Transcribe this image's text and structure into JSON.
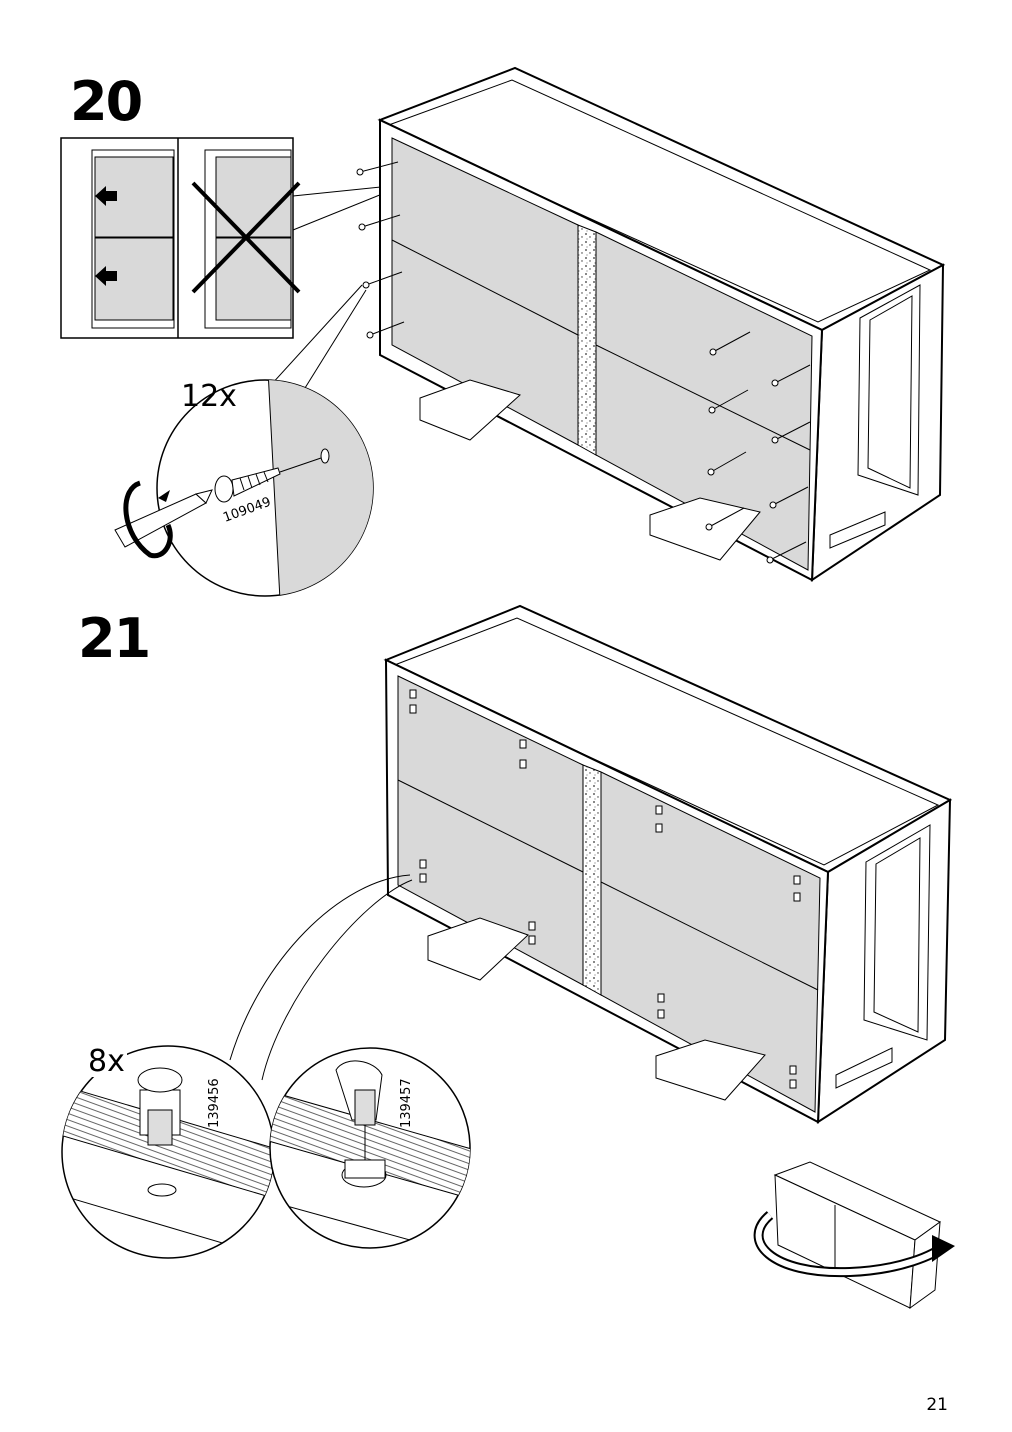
{
  "steps": [
    {
      "number": "20",
      "quantity": "12x",
      "part": "109049"
    },
    {
      "number": "21",
      "quantity": "8x",
      "parts": [
        "139456",
        "139457"
      ]
    }
  ],
  "page_number": "21"
}
